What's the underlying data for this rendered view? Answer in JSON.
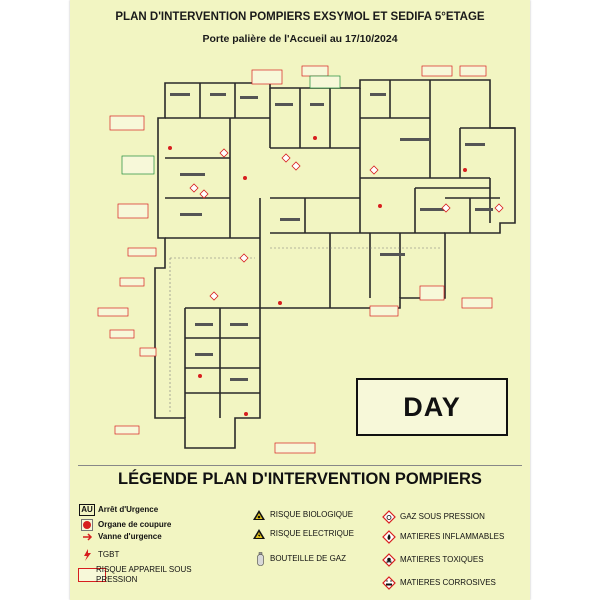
{
  "header": {
    "title": "PLAN D'INTERVENTION POMPIERS EXSYMOL ET SEDIFA 5°ETAGE",
    "subtitle": "Porte palière de l'Accueil au 17/10/2024"
  },
  "badge": {
    "text": "DAY"
  },
  "legend": {
    "title": "LÉGENDE PLAN D'INTERVENTION POMPIERS",
    "left": [
      {
        "id": "arret",
        "label": "Arrêt d'Urgence",
        "icon": "au-box-icon",
        "symbol": "AU"
      },
      {
        "id": "coupure",
        "label": "Organe de coupure",
        "icon": "red-dot-icon"
      },
      {
        "id": "vanne",
        "label": "Vanne d'urgence",
        "icon": "red-arrow-icon"
      },
      {
        "id": "tgbt",
        "label": "TGBT",
        "icon": "lightning-icon"
      },
      {
        "id": "pression",
        "label": "RISQUE APPAREIL SOUS PRESSION",
        "icon": "pressure-label-icon"
      }
    ],
    "middle": [
      {
        "id": "bio",
        "label": "RISQUE BIOLOGIQUE",
        "icon": "biohazard-triangle-icon"
      },
      {
        "id": "elec",
        "label": "RISQUE ELECTRIQUE",
        "icon": "electric-triangle-icon"
      },
      {
        "id": "gaz",
        "label": "BOUTEILLE DE GAZ",
        "icon": "gas-bottle-icon"
      }
    ],
    "right": [
      {
        "id": "gazp",
        "label": "GAZ SOUS PRESSION",
        "icon": "gas-pressure-diamond-icon"
      },
      {
        "id": "infl",
        "label": "MATIERES INFLAMMABLES",
        "icon": "flammable-diamond-icon"
      },
      {
        "id": "tox",
        "label": "MATIERES TOXIQUES",
        "icon": "toxic-diamond-icon"
      },
      {
        "id": "corr",
        "label": "MATIERES CORROSIVES",
        "icon": "corrosive-diamond-icon"
      }
    ]
  },
  "colors": {
    "background": "#f2f5c2",
    "wall": "#2a2a2a",
    "accent": "#d71e1e",
    "note_green": "#1f8a3a"
  }
}
